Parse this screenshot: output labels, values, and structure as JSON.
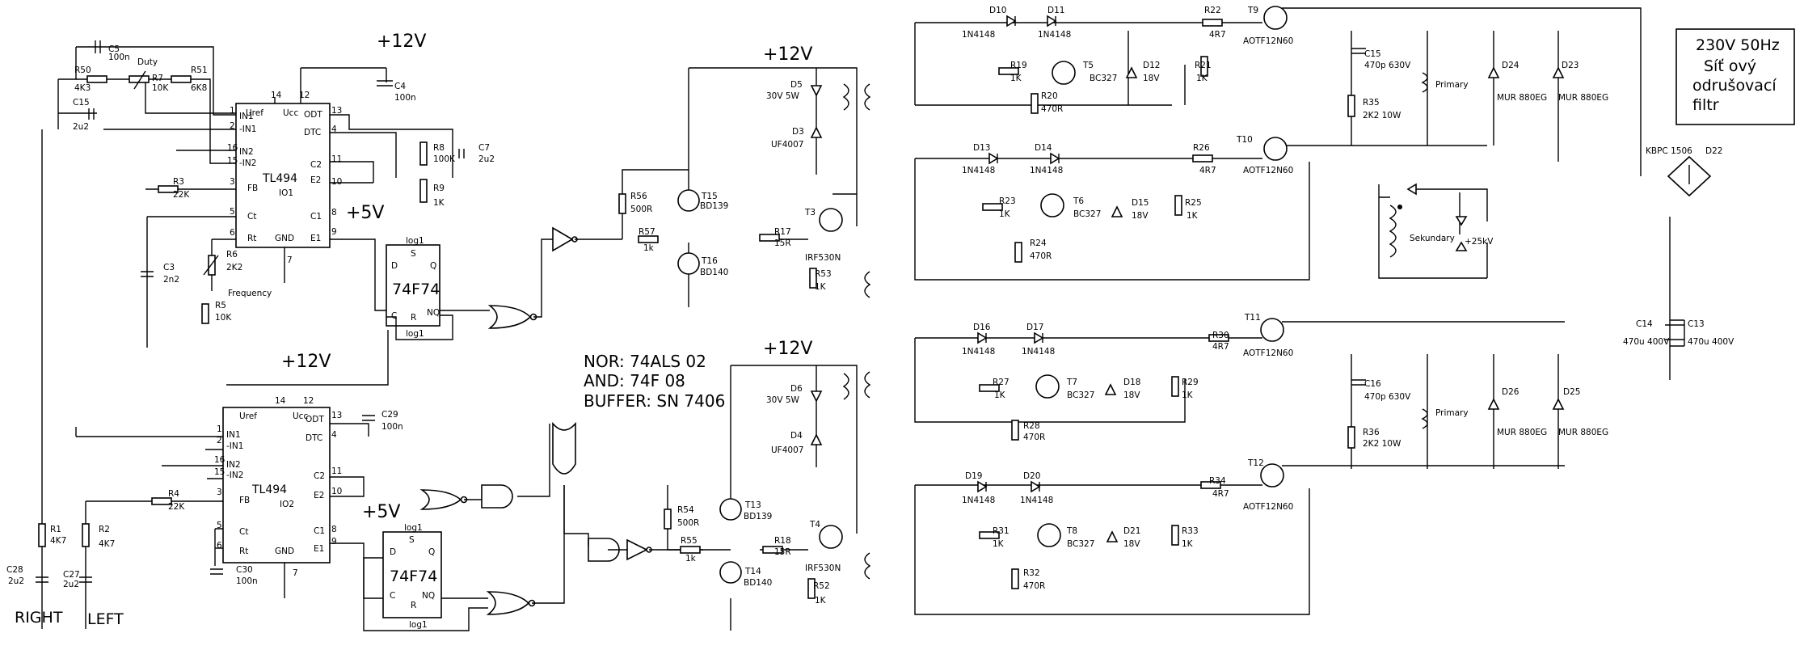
{
  "supply": {
    "v12_1": "+12V",
    "v12_2": "+12V",
    "v12_3": "+12V",
    "v12_4": "+12V",
    "v5_1": "+5V",
    "v5_2": "+5V"
  },
  "ic": {
    "tl494_1": {
      "name": "TL494",
      "ref": "IO1",
      "pins": {
        "p1": "IN1",
        "p2": "-IN1",
        "p16": "IN2",
        "p15": "-IN2",
        "p3": "FB",
        "p5": "Ct",
        "p6": "Rt",
        "p7": "GND",
        "p14": "Uref",
        "p12": "Ucc",
        "p13": "ODT",
        "p4": "DTC",
        "p11": "C2",
        "p10": "E2",
        "p8": "C1",
        "p9": "E1"
      },
      "nums": [
        "1",
        "2",
        "16",
        "15",
        "3",
        "5",
        "6",
        "7",
        "14",
        "12",
        "13",
        "4",
        "11",
        "10",
        "8",
        "9"
      ]
    },
    "tl494_2": {
      "name": "TL494",
      "ref": "IO2",
      "pins": {
        "p1": "IN1",
        "p2": "-IN1",
        "p16": "IN2",
        "p15": "-IN2",
        "p3": "FB",
        "p5": "Ct",
        "p6": "Rt",
        "p7": "GND",
        "p14": "Uref",
        "p12": "Ucc",
        "p13": "ODT",
        "p4": "DTC",
        "p11": "C2",
        "p10": "E2",
        "p8": "C1",
        "p9": "E1"
      },
      "nums": [
        "1",
        "2",
        "16",
        "15",
        "3",
        "5",
        "6",
        "7",
        "14",
        "12",
        "13",
        "4",
        "11",
        "10",
        "8",
        "9"
      ]
    },
    "ff1": {
      "name": "74F74",
      "D": "D",
      "S": "S",
      "C": "C",
      "R": "R",
      "Q": "Q",
      "NQ": "NQ",
      "log_top": "log1",
      "log_bot": "log1"
    },
    "ff2": {
      "name": "74F74",
      "D": "D",
      "S": "S",
      "C": "C",
      "R": "R",
      "Q": "Q",
      "NQ": "NQ",
      "log_top": "log1",
      "log_bot": "log1"
    }
  },
  "logic_note": {
    "nor": "NOR: 74ALS 02",
    "and": "AND: 74F 08",
    "buffer": "BUFFER: SN 7406"
  },
  "parts": {
    "C5": {
      "ref": "C5",
      "val": "100n"
    },
    "R50": {
      "ref": "R50",
      "val": "4K3"
    },
    "R7": {
      "ref": "R7",
      "val": "10K"
    },
    "R51": {
      "ref": "R51",
      "val": "6K8"
    },
    "duty": "Duty",
    "C15a": {
      "ref": "C15",
      "val": "2u2"
    },
    "C4": {
      "ref": "C4",
      "val": "100n"
    },
    "R8": {
      "ref": "R8",
      "val": "100K"
    },
    "C7": {
      "ref": "C7",
      "val": "2u2"
    },
    "R9": {
      "ref": "R9",
      "val": "1K"
    },
    "R3": {
      "ref": "R3",
      "val": "22K"
    },
    "C3": {
      "ref": "C3",
      "val": "2n2"
    },
    "R6": {
      "ref": "R6",
      "val": "2K2"
    },
    "frequency": "Frequency",
    "R5": {
      "ref": "R5",
      "val": "10K"
    },
    "R1": {
      "ref": "R1",
      "val": "4K7"
    },
    "R2": {
      "ref": "R2",
      "val": "4K7"
    },
    "C28": {
      "ref": "C28",
      "val": "2u2"
    },
    "C27": {
      "ref": "C27",
      "val": "2u2"
    },
    "R4": {
      "ref": "R4",
      "val": "22K"
    },
    "C29": {
      "ref": "C29",
      "val": "100n"
    },
    "C30": {
      "ref": "C30",
      "val": "100n"
    },
    "R56": {
      "ref": "R56",
      "val": "500R"
    },
    "R57": {
      "ref": "R57",
      "val": "1k"
    },
    "T15": {
      "ref": "T15",
      "val": "BD139"
    },
    "T16": {
      "ref": "T16",
      "val": "BD140"
    },
    "R17": {
      "ref": "R17",
      "val": "15R"
    },
    "T3": {
      "ref": "T3",
      "val": "IRF530N"
    },
    "R53": {
      "ref": "R53",
      "val": "1K"
    },
    "D5": {
      "ref": "D5",
      "val": "30V 5W"
    },
    "D3": {
      "ref": "D3",
      "val": "UF4007"
    },
    "R54": {
      "ref": "R54",
      "val": "500R"
    },
    "R55": {
      "ref": "R55",
      "val": "1k"
    },
    "T13": {
      "ref": "T13",
      "val": "BD139"
    },
    "T14": {
      "ref": "T14",
      "val": "BD140"
    },
    "R18": {
      "ref": "R18",
      "val": "15R"
    },
    "T4": {
      "ref": "T4",
      "val": "IRF530N"
    },
    "R52": {
      "ref": "R52",
      "val": "1K"
    },
    "D6": {
      "ref": "D6",
      "val": "30V 5W"
    },
    "D4": {
      "ref": "D4",
      "val": "UF4007"
    },
    "D10": {
      "ref": "D10",
      "val": "1N4148"
    },
    "D11": {
      "ref": "D11",
      "val": "1N4148"
    },
    "R22": {
      "ref": "R22",
      "val": "4R7"
    },
    "T9": {
      "ref": "T9",
      "val": "AOTF12N60"
    },
    "R19": {
      "ref": "R19",
      "val": "1K"
    },
    "T5": {
      "ref": "T5",
      "val": "BC327"
    },
    "R20": {
      "ref": "R20",
      "val": "470R"
    },
    "D12": {
      "ref": "D12",
      "val": "18V"
    },
    "R21": {
      "ref": "R21",
      "val": "1K"
    },
    "D13": {
      "ref": "D13",
      "val": "1N4148"
    },
    "D14": {
      "ref": "D14",
      "val": "1N4148"
    },
    "R26": {
      "ref": "R26",
      "val": "4R7"
    },
    "T10": {
      "ref": "T10",
      "val": "AOTF12N60"
    },
    "R23": {
      "ref": "R23",
      "val": "1K"
    },
    "T6": {
      "ref": "T6",
      "val": "BC327"
    },
    "R24": {
      "ref": "R24",
      "val": "470R"
    },
    "D15": {
      "ref": "D15",
      "val": "18V"
    },
    "R25": {
      "ref": "R25",
      "val": "1K"
    },
    "D16": {
      "ref": "D16",
      "val": "1N4148"
    },
    "D17": {
      "ref": "D17",
      "val": "1N4148"
    },
    "R30": {
      "ref": "R30",
      "val": "4R7"
    },
    "T11": {
      "ref": "T11",
      "val": "AOTF12N60"
    },
    "R27": {
      "ref": "R27",
      "val": "1K"
    },
    "T7": {
      "ref": "T7",
      "val": "BC327"
    },
    "R28": {
      "ref": "R28",
      "val": "470R"
    },
    "D18": {
      "ref": "D18",
      "val": "18V"
    },
    "R29": {
      "ref": "R29",
      "val": "1K"
    },
    "D19": {
      "ref": "D19",
      "val": "1N4148"
    },
    "D20": {
      "ref": "D20",
      "val": "1N4148"
    },
    "R34": {
      "ref": "R34",
      "val": "4R7"
    },
    "T12": {
      "ref": "T12",
      "val": "AOTF12N60"
    },
    "R31": {
      "ref": "R31",
      "val": "1K"
    },
    "T8": {
      "ref": "T8",
      "val": "BC327"
    },
    "R32": {
      "ref": "R32",
      "val": "470R"
    },
    "D21": {
      "ref": "D21",
      "val": "18V"
    },
    "R33": {
      "ref": "R33",
      "val": "1K"
    },
    "C15": {
      "ref": "C15",
      "val": "470p 630V"
    },
    "R35": {
      "ref": "R35",
      "val": "2K2 10W"
    },
    "primary1": "Primary",
    "D24": {
      "ref": "D24",
      "val": "MUR 880EG"
    },
    "D23": {
      "ref": "D23",
      "val": "MUR 880EG"
    },
    "C16": {
      "ref": "C16",
      "val": "470p 630V"
    },
    "R36": {
      "ref": "R36",
      "val": "2K2 10W"
    },
    "primary2": "Primary",
    "D26": {
      "ref": "D26",
      "val": "MUR 880EG"
    },
    "D25": {
      "ref": "D25",
      "val": "MUR 880EG"
    },
    "C14": {
      "ref": "C14",
      "val": "470u 400V"
    },
    "C13": {
      "ref": "C13",
      "val": "470u 400V"
    },
    "bridge": {
      "ref": "KBPC 1506",
      "val": "D22"
    },
    "sekundary": "Sekundary",
    "hv": "+25kV"
  },
  "mains": {
    "line1": "230V 50Hz",
    "line2": "Síť ový",
    "line3": "odrušovací",
    "line4": "filtr"
  },
  "outputs": {
    "right": "RIGHT",
    "left": "LEFT"
  }
}
